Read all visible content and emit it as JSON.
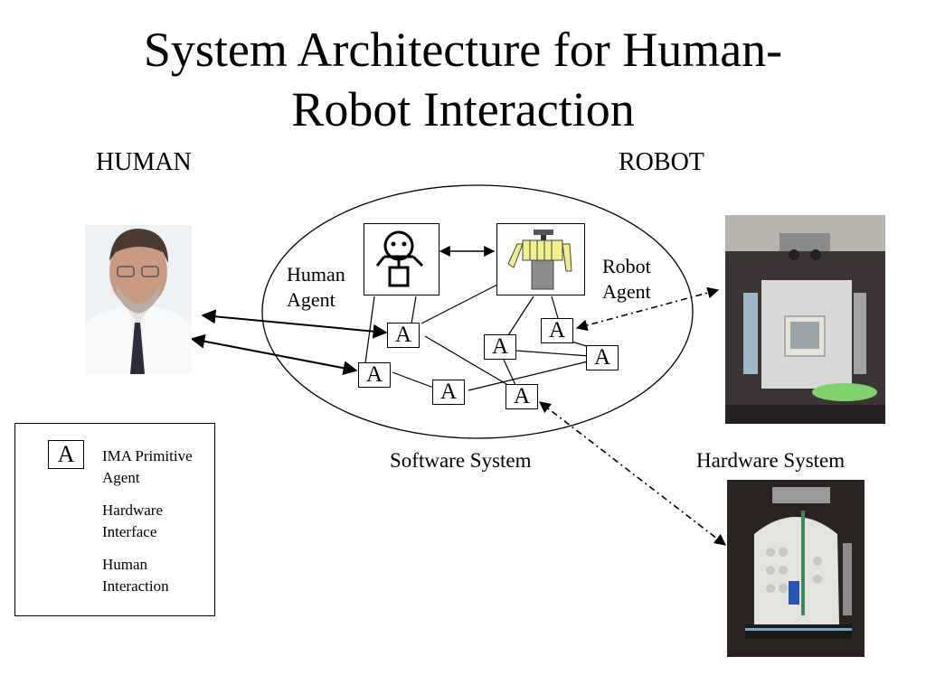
{
  "slide": {
    "title_line1": "System Architecture for Human-",
    "title_line2": "Robot Interaction",
    "human_heading": "HUMAN",
    "robot_heading": "ROBOT"
  },
  "software": {
    "human_agent_label_1": "Human",
    "human_agent_label_2": "Agent",
    "robot_agent_label_1": "Robot",
    "robot_agent_label_2": "Agent",
    "primitive_symbol": "A",
    "caption": "Software System"
  },
  "hardware": {
    "caption": "Hardware System"
  },
  "legend": {
    "symbol": "A",
    "primitive_line1": "IMA Primitive",
    "primitive_line2": "Agent",
    "hardware_line1": "Hardware",
    "hardware_line2": "Interface",
    "human_line1": "Human",
    "human_line2": "Interaction"
  },
  "colors": {
    "robot_arm_yellow": "#f2ef8a",
    "robot_body_gray": "#8c8c8c",
    "photo_background": "#3b3232"
  }
}
